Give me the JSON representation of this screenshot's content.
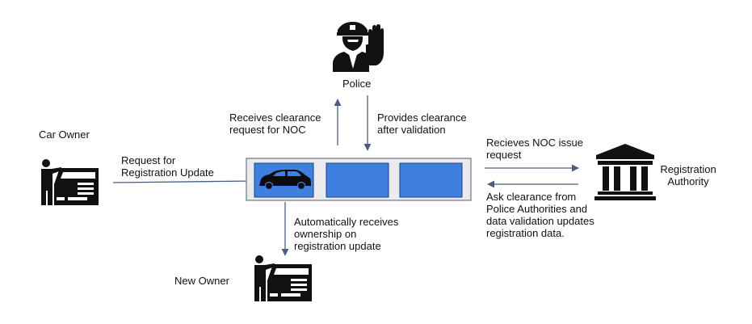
{
  "actors": {
    "police": {
      "label": "Police",
      "icon": "police-officer-icon"
    },
    "car_owner": {
      "label": "Car Owner",
      "icon": "person-with-car-icon"
    },
    "new_owner": {
      "label": "New Owner",
      "icon": "person-with-car-icon"
    },
    "registration_authority": {
      "label": "Registration\nAuthority",
      "icon": "government-building-icon"
    }
  },
  "flows": {
    "request_registration_update": "Request for\nRegistration Update",
    "receives_clearance_request": "Receives clearance\nrequest for NOC",
    "provides_clearance": "Provides clearance\nafter validation",
    "recieves_noc_issue": "Recieves NOC issue\nrequest",
    "ask_clearance": "Ask clearance from\nPolice Authorities and\ndata validation updates\nregistration data.",
    "automatic_ownership": "Automatically receives\nownership on\nregistration update"
  },
  "ledger": {
    "blocks": 3,
    "first_block_icon": "car-icon"
  },
  "colors": {
    "block_fill": "#3f7fe0",
    "block_border": "#1d3f80",
    "panel_fill": "#e9ebef",
    "panel_border": "#6f7680",
    "arrow": "#4a5d80",
    "icon_dark": "#111111"
  }
}
